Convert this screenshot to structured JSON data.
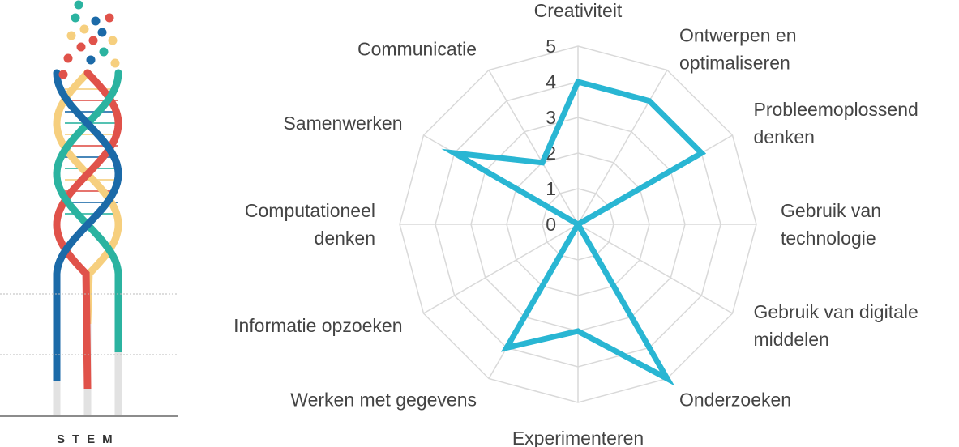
{
  "logo": {
    "text": "STEM",
    "icon": "dna-helix-icon",
    "colors": {
      "red": "#e0524a",
      "blue": "#1b6aa8",
      "green": "#2bb3a0",
      "yellow": "#f6cf7e",
      "grey": "#e2e2e2"
    }
  },
  "chart_data": {
    "type": "radar",
    "axes": [
      "Creativiteit",
      "Ontwerpen en optimaliseren",
      "Probleemoplossend denken",
      "Gebruik van technologie",
      "Gebruik van digitale middelen",
      "Onderzoeken",
      "Experimenteren",
      "Werken met gegevens",
      "Informatie opzoeken",
      "Computationeel denken",
      "Samenwerken",
      "Communicatie"
    ],
    "axis_label_lines": [
      [
        "Creativiteit"
      ],
      [
        "Ontwerpen en",
        "optimaliseren"
      ],
      [
        "Probleemoplossend",
        "denken"
      ],
      [
        "Gebruik van",
        "technologie"
      ],
      [
        "Gebruik van digitale",
        "middelen"
      ],
      [
        "Onderzoeken"
      ],
      [
        "Experimenteren"
      ],
      [
        "Werken met gegevens"
      ],
      [
        "Informatie opzoeken"
      ],
      [
        "Computationeel",
        "denken"
      ],
      [
        "Samenwerken"
      ],
      [
        "Communicatie"
      ]
    ],
    "values": [
      4,
      4,
      4,
      0,
      0,
      5,
      3,
      4,
      0,
      0,
      4,
      2
    ],
    "range": [
      0,
      5
    ],
    "ticks": [
      "0",
      "1",
      "2",
      "3",
      "4",
      "5"
    ],
    "grid": true,
    "series_color": "#29b6d3",
    "grid_color": "#d9d9d9"
  }
}
